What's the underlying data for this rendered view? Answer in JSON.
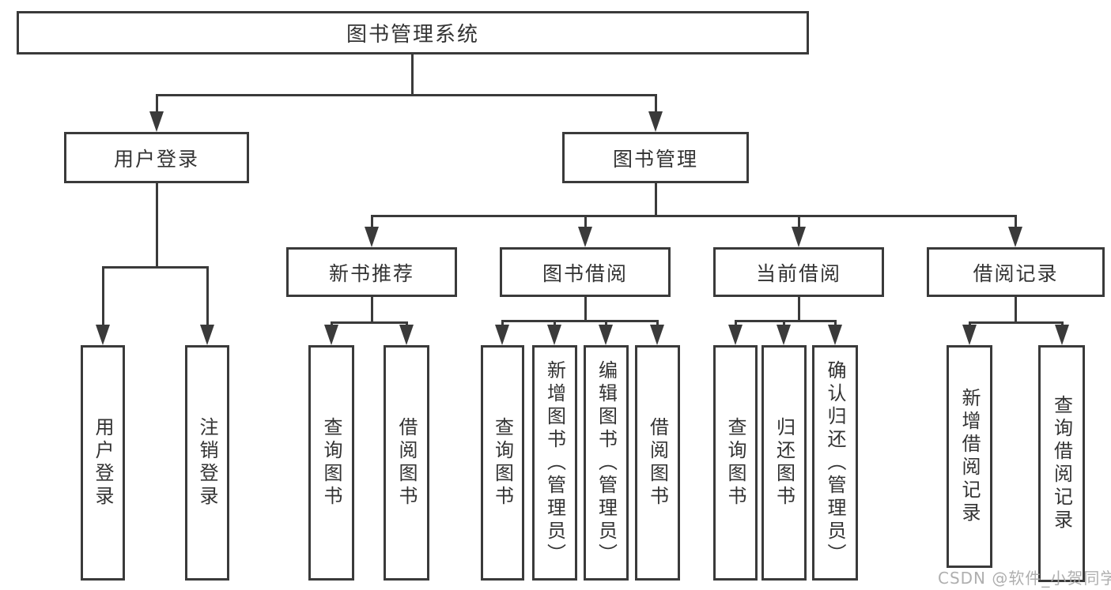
{
  "tree": {
    "root": "图书管理系统",
    "children": [
      {
        "label": "用户登录",
        "children": [
          "用户登录",
          "注销登录"
        ]
      },
      {
        "label": "图书管理",
        "children": [
          {
            "label": "新书推荐",
            "children": [
              "查询图书",
              "借阅图书"
            ]
          },
          {
            "label": "图书借阅",
            "children": [
              "查询图书",
              "新增图书（管理员）",
              "编辑图书（管理员）",
              "借阅图书"
            ]
          },
          {
            "label": "当前借阅",
            "children": [
              "查询图书",
              "归还图书",
              "确认归还（管理员）"
            ]
          },
          {
            "label": "借阅记录",
            "children": [
              "新增借阅记录",
              "查询借阅记录"
            ]
          }
        ]
      }
    ]
  },
  "watermark": "CSDN @软件_小贺同学",
  "colors": {
    "line": "#3a3a3a",
    "text": "#333333",
    "box_fill": "#ffffff",
    "watermark": "#a8a8a8"
  }
}
